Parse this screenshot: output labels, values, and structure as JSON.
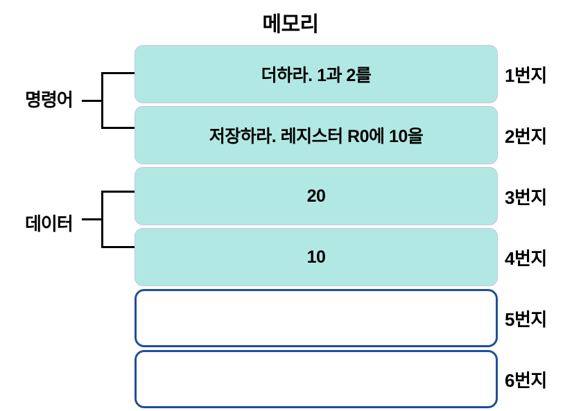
{
  "diagram": {
    "title": "메모리",
    "group_labels": [
      {
        "name": "instruction-group-label",
        "text": "명령어"
      },
      {
        "name": "data-group-label",
        "text": "데이터"
      }
    ],
    "cells": [
      {
        "address": "1번지",
        "content": "더하라. 1과 2를",
        "kind": "filled"
      },
      {
        "address": "2번지",
        "content": "저장하라. 레지스터 R0에 10을",
        "kind": "filled"
      },
      {
        "address": "3번지",
        "content": "20",
        "kind": "filled"
      },
      {
        "address": "4번지",
        "content": "10",
        "kind": "filled"
      },
      {
        "address": "5번지",
        "content": "",
        "kind": "empty"
      },
      {
        "address": "6번지",
        "content": "",
        "kind": "empty"
      }
    ],
    "colors": {
      "filled_fill": "#B2E8E4",
      "filled_border": "#C6C4DF",
      "empty_border": "#1F4E9C",
      "text": "#000000",
      "background": "#FFFFFF"
    }
  }
}
